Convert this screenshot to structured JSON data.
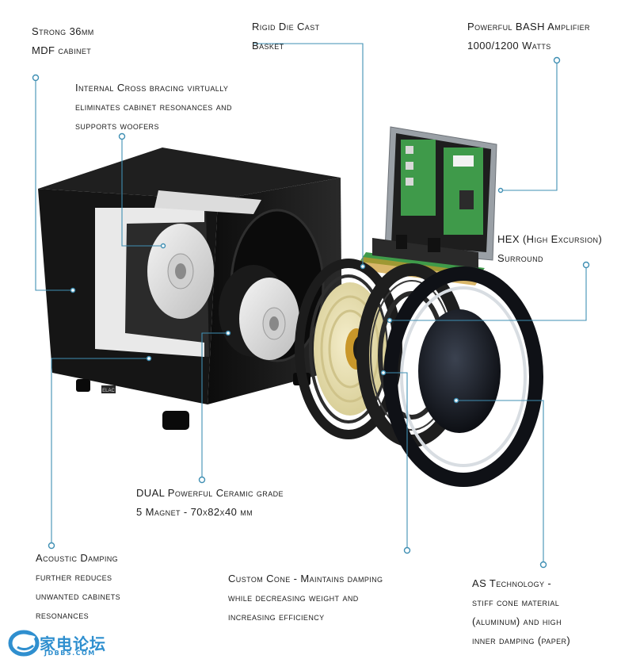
{
  "labels": {
    "mdf": {
      "line1": "Strong 36mm",
      "line2": "MDF cabinet"
    },
    "bracing": {
      "line1": "Internal Cross bracing virtually",
      "line2": "eliminates cabinet resonances and",
      "line3": "supports woofers"
    },
    "basket": {
      "line1": "Rigid Die Cast",
      "line2": "Basket"
    },
    "amplifier": {
      "line1": "Powerful BASH Amplifier",
      "line2": "1000/1200 Watts"
    },
    "hex": {
      "line1": "HEX (High Excursion)",
      "line2": "Surround"
    },
    "magnet": {
      "line1": "DUAL Powerful Ceramic grade",
      "line2": "5 Magnet - 70x82x40 mm"
    },
    "damping": {
      "line1": "Acoustic Damping",
      "line2": "further reduces",
      "line3": "unwanted cabinets",
      "line4": "resonances"
    },
    "cone": {
      "line1": "Custom Cone - Maintains damping",
      "line2": "while decreasing weight and",
      "line3": "increasing efficiency"
    },
    "as_tech": {
      "line1": "AS Technology -",
      "line2": "stiff cone material",
      "line3": "(aluminum) and high",
      "line4": "inner damping (paper)"
    }
  },
  "cabinet_badge": "ELAC",
  "watermark": {
    "cn": "家电论坛",
    "en": "JDBBS.COM"
  },
  "colors": {
    "callout": "#3f8fb3",
    "cabinet": "#161616",
    "bracing": "#e9e9e9",
    "pcb": "#3f9a4a",
    "cone": "#e8dfb0",
    "gold": "#c9972a"
  }
}
